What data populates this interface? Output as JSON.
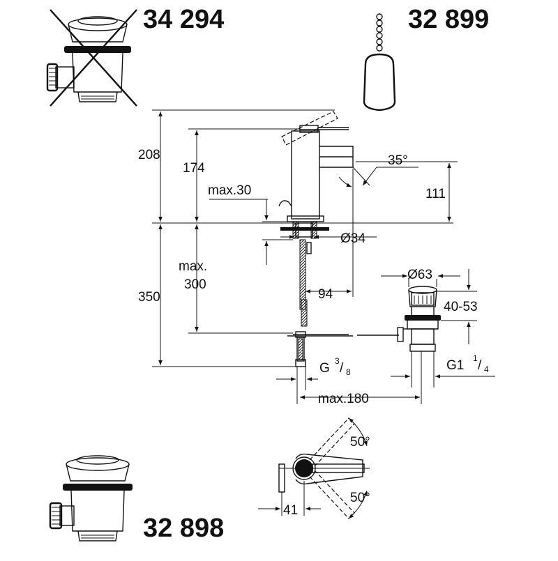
{
  "parts": {
    "waste_excluded": {
      "number": "34 294"
    },
    "chain_plug": {
      "number": "32 899"
    },
    "pop_up_waste": {
      "number": "32 898"
    }
  },
  "dimensions": {
    "height_total": "208",
    "height_spout": "174",
    "deck_max": "max.30",
    "outlet_angle": "35°",
    "outlet_height": "111",
    "hole_dia": "Ø34",
    "below_deck_max_line1": "max.",
    "below_deck_max_line2": "300",
    "below_deck": "350",
    "spout_reach": "94",
    "waste_dia": "Ø63",
    "waste_range": "40-53",
    "supply_thread_prefix": "G",
    "supply_thread_num": "3",
    "supply_thread_den": "8",
    "waste_thread_prefix": "G1",
    "waste_thread_num": "1",
    "waste_thread_den": "4",
    "supply_to_waste_max": "max.180",
    "lever_angle_top": "50°",
    "lever_angle_bottom": "50°",
    "base_offset": "41"
  }
}
